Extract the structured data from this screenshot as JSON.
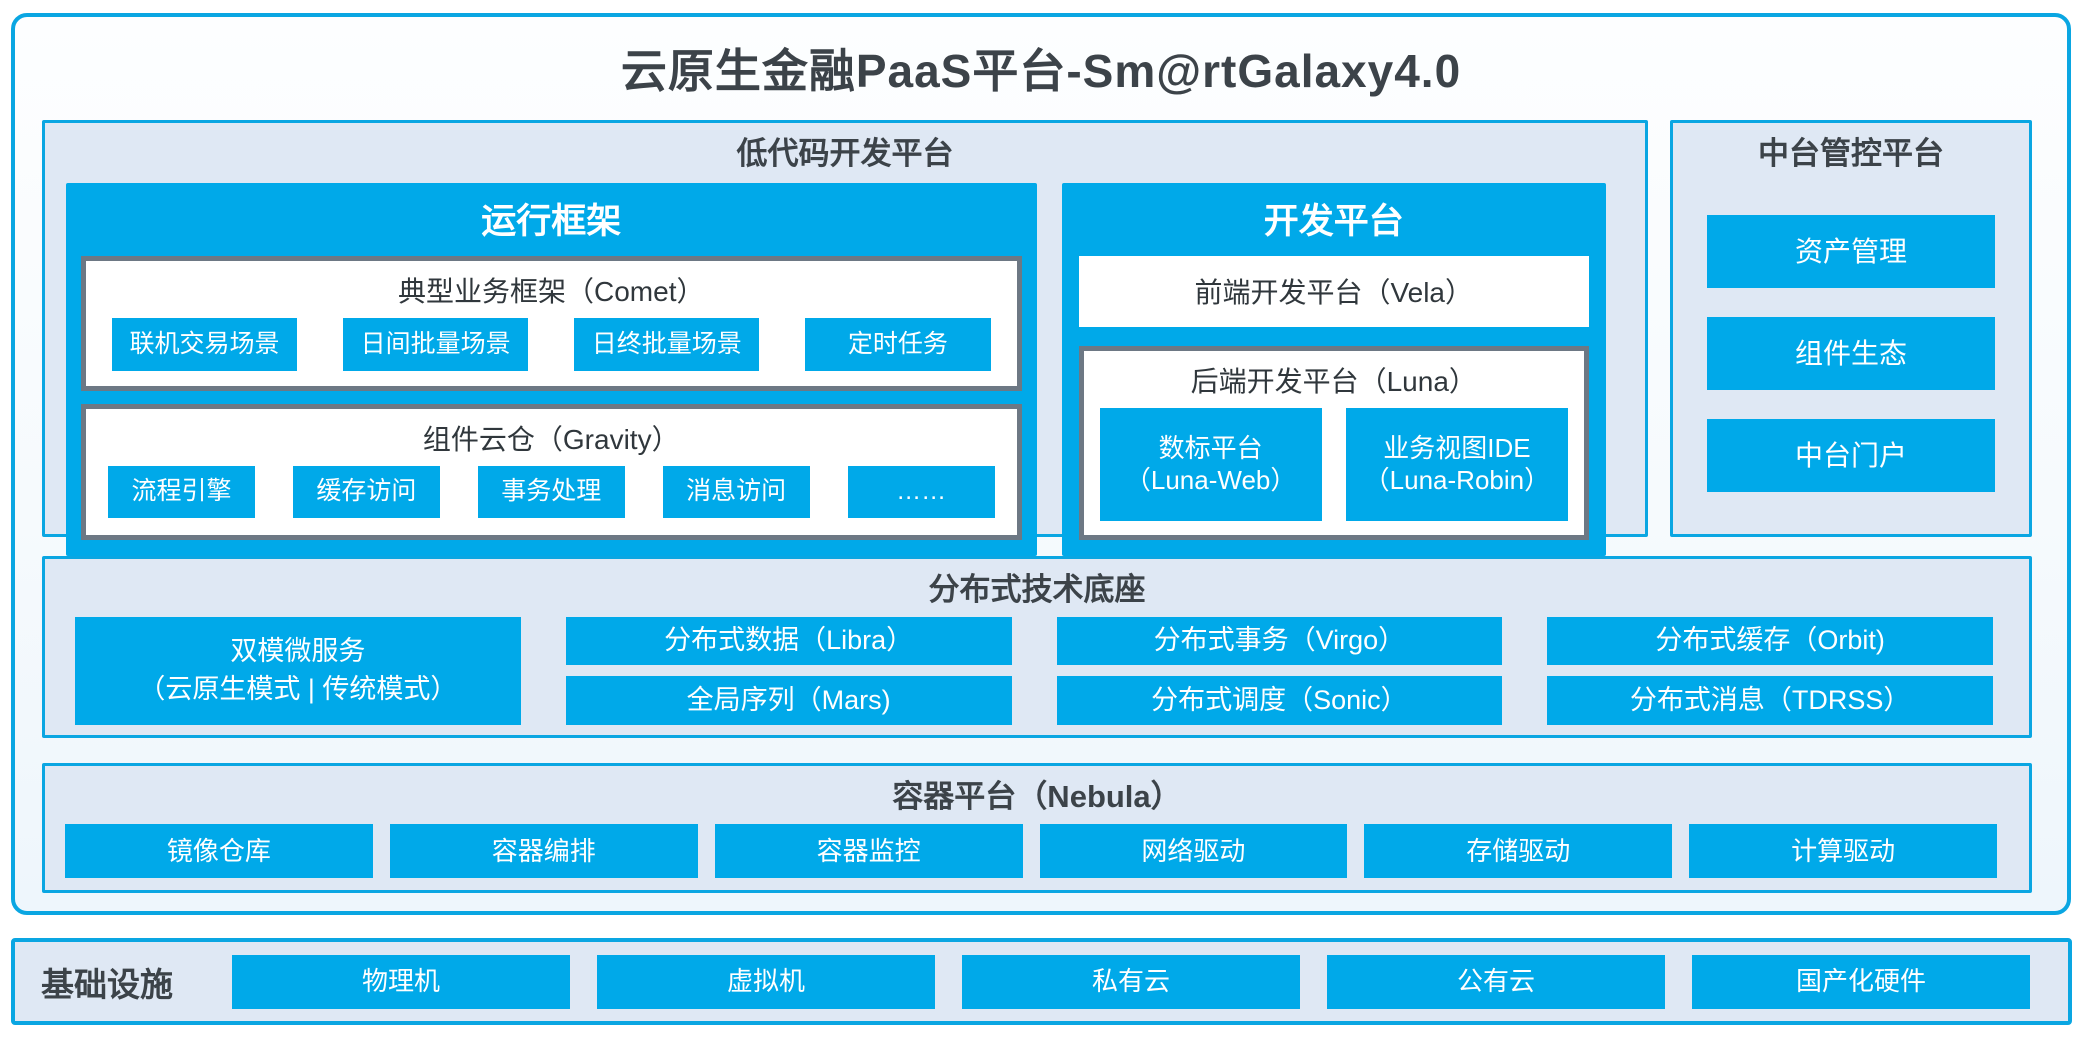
{
  "title": "云原生金融PaaS平台-Sm@rtGalaxy4.0",
  "colors": {
    "accent": "#00a9e9",
    "panel_border": "#0aa6e2",
    "panel_fill": "#dfe8f4",
    "box_border": "#6d7884",
    "title_text": "#3c4349",
    "button_text": "#ffffff"
  },
  "low_code_platform": {
    "header": "低代码开发平台",
    "runtime_framework": {
      "title": "运行框架",
      "comet": {
        "title": "典型业务框架（Comet）",
        "items": [
          "联机交易场景",
          "日间批量场景",
          "日终批量场景",
          "定时任务"
        ]
      },
      "gravity": {
        "title": "组件云仓（Gravity）",
        "items": [
          "流程引擎",
          "缓存访问",
          "事务处理",
          "消息访问",
          "……"
        ]
      }
    },
    "dev_platform": {
      "title": "开发平台",
      "vela": "前端开发平台（Vela）",
      "luna": {
        "title": "后端开发平台（Luna）",
        "items": [
          {
            "line1": "数标平台",
            "line2": "（Luna-Web）"
          },
          {
            "line1": "业务视图IDE",
            "line2": "（Luna-Robin）"
          }
        ]
      }
    }
  },
  "mid_platform": {
    "header": "中台管控平台",
    "items": [
      "资产管理",
      "组件生态",
      "中台门户"
    ]
  },
  "distributed_base": {
    "header": "分布式技术底座",
    "dual_mode": {
      "line1": "双模微服务",
      "line2": "（云原生模式 | 传统模式）"
    },
    "grid": [
      "分布式数据（Libra）",
      "分布式事务（Virgo）",
      "分布式缓存（Orbit)",
      "全局序列（Mars)",
      "分布式调度（Sonic）",
      "分布式消息（TDRSS）"
    ]
  },
  "container_platform": {
    "header": "容器平台（Nebula）",
    "items": [
      "镜像仓库",
      "容器编排",
      "容器监控",
      "网络驱动",
      "存储驱动",
      "计算驱动"
    ]
  },
  "infrastructure": {
    "header": "基础设施",
    "items": [
      "物理机",
      "虚拟机",
      "私有云",
      "公有云",
      "国产化硬件"
    ]
  }
}
